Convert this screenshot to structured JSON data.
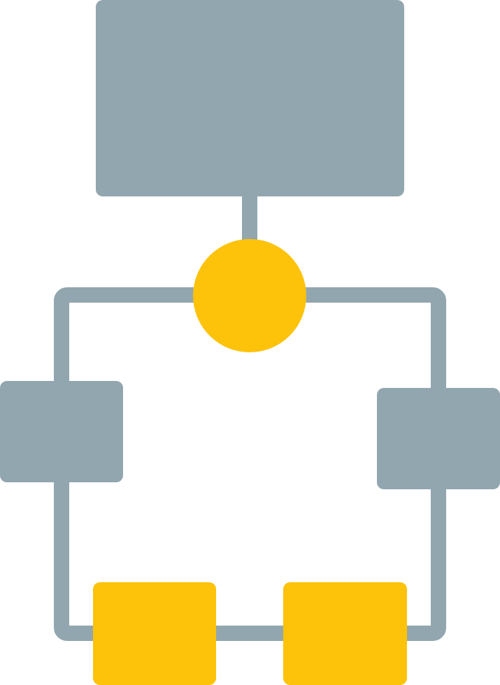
{
  "icon": {
    "name": "flowchart-icon",
    "colors": {
      "primary": "#92A6B0",
      "accent": "#FDC20A",
      "background": "#FFFFFF"
    },
    "shapes": [
      {
        "name": "top-block",
        "kind": "rounded-rectangle",
        "color": "primary"
      },
      {
        "name": "connector-stem",
        "kind": "line",
        "color": "primary"
      },
      {
        "name": "connector-loop",
        "kind": "rectangle-outline",
        "color": "primary"
      },
      {
        "name": "decision-node",
        "kind": "circle",
        "color": "accent"
      },
      {
        "name": "left-block",
        "kind": "rounded-rectangle",
        "color": "primary"
      },
      {
        "name": "right-block",
        "kind": "rounded-rectangle",
        "color": "primary"
      },
      {
        "name": "bottom-left-block",
        "kind": "rounded-rectangle",
        "color": "accent"
      },
      {
        "name": "bottom-right-block",
        "kind": "rounded-rectangle",
        "color": "accent"
      }
    ]
  }
}
